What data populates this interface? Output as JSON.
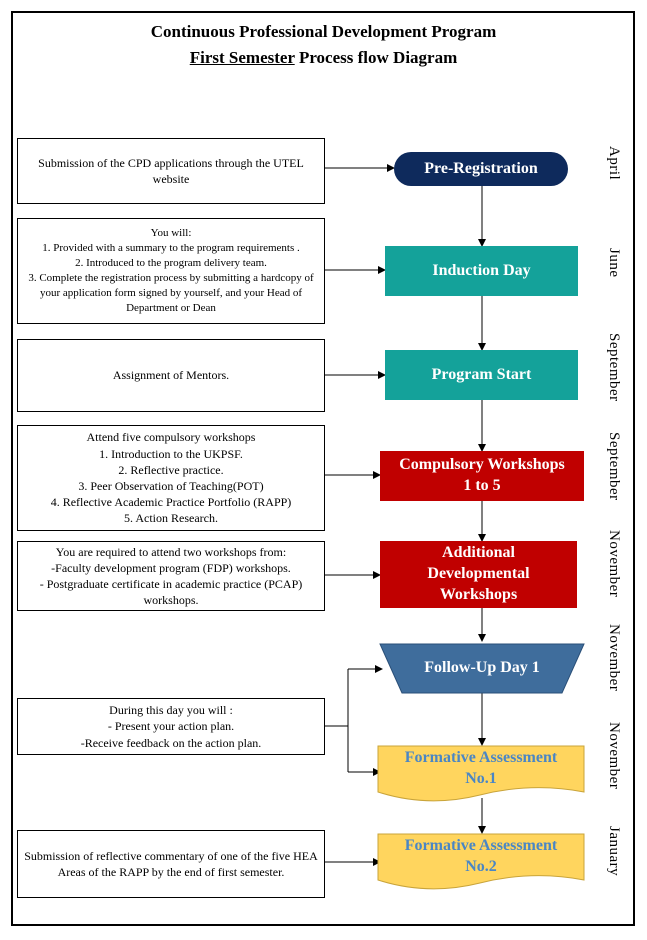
{
  "title": {
    "line1": "Continuous Professional Development Program",
    "line2_underlined": "First Semester",
    "line2_rest": " Process flow Diagram"
  },
  "colors": {
    "navy": "#0e2a5c",
    "teal": "#14a29a",
    "red": "#c00000",
    "steel_blue": "#3f6d9c",
    "yellow": "#ffd55e",
    "yellow_text": "#4a86c5"
  },
  "steps": [
    {
      "label": "Pre-Registration",
      "month": "April",
      "shape": "rounded",
      "color": "navy"
    },
    {
      "label": "Induction Day",
      "month": "June",
      "shape": "rect",
      "color": "teal"
    },
    {
      "label": "Program Start",
      "month": "September",
      "shape": "rect",
      "color": "teal"
    },
    {
      "label": "Compulsory Workshops 1 to 5",
      "month": "September",
      "shape": "rect",
      "color": "red"
    },
    {
      "label": "Additional Developmental Workshops",
      "month": "November",
      "shape": "rect",
      "color": "red"
    },
    {
      "label": "Follow-Up Day 1",
      "month": "November",
      "shape": "trapezoid",
      "color": "steel_blue"
    },
    {
      "label": "Formative Assessment No.1",
      "month": "November",
      "shape": "document",
      "color": "yellow"
    },
    {
      "label": "Formative Assessment No.2",
      "month": "January",
      "shape": "document",
      "color": "yellow"
    }
  ],
  "notes": [
    {
      "lines": [
        "Submission of the CPD applications through the UTEL website"
      ]
    },
    {
      "lines": [
        "You will:",
        "1. Provided with a summary to the program requirements .",
        "2. Introduced to the program delivery team.",
        "3. Complete the registration process  by submitting a hardcopy of your application form signed by yourself, and your Head of Department or Dean"
      ]
    },
    {
      "lines": [
        "Assignment of Mentors."
      ]
    },
    {
      "lines": [
        "Attend five compulsory workshops",
        "1. Introduction to the UKPSF.",
        "2. Reflective practice.",
        "3. Peer Observation of Teaching(POT)",
        "4. Reflective Academic Practice Portfolio (RAPP)",
        "5.  Action Research."
      ]
    },
    {
      "lines": [
        "You are required to attend two workshops from:",
        "-Faculty development program (FDP) workshops.",
        "- Postgraduate certificate in academic practice (PCAP) workshops."
      ]
    },
    {
      "lines": [
        "During this day you will :",
        "- Present your action plan.",
        "-Receive feedback on the action plan."
      ]
    },
    {
      "lines": [
        "Submission of reflective commentary  of one of the five HEA Areas of the RAPP by the end of first semester."
      ]
    }
  ]
}
